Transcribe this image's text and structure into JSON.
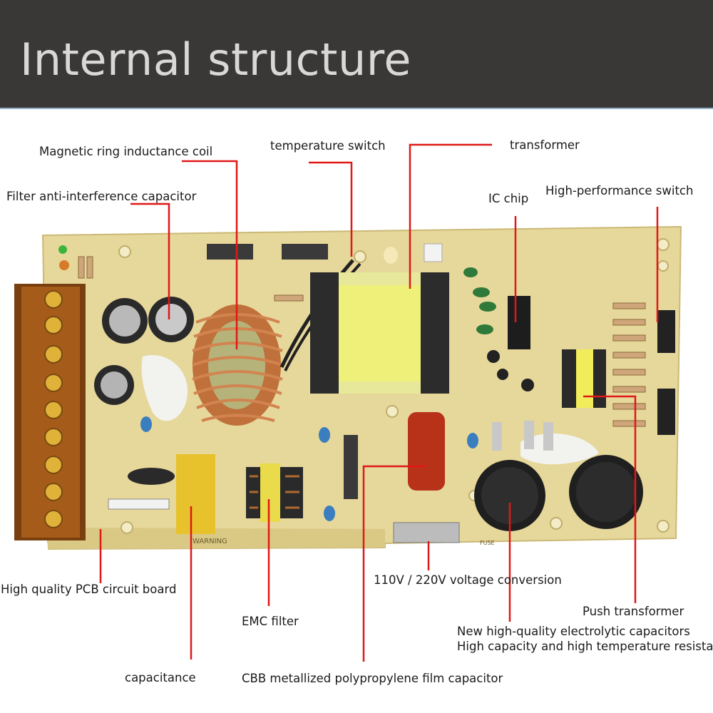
{
  "header": {
    "title": "Internal structure"
  },
  "labels": {
    "magnetic_ring": "Magnetic ring inductance coil",
    "filter_capacitor": "Filter anti-interference capacitor",
    "temperature_switch": "temperature switch",
    "transformer": "transformer",
    "ic_chip": "IC chip",
    "hp_switch": "High-performance switch",
    "pcb_board": "High quality PCB circuit board",
    "emc_filter": "EMC filter",
    "voltage_conversion": "110V / 220V voltage conversion",
    "push_transformer": "Push transformer",
    "electrolytic_line1": "New high-quality electrolytic capacitors",
    "electrolytic_line2": "High capacity and high temperature resista",
    "capacitance": "capacitance",
    "cbb_capacitor": "CBB metallized polypropylene film capacitor"
  },
  "pcb_markings": {
    "warning": "WARNING",
    "fuse": "FUSE"
  },
  "colors": {
    "header_bg": "#3a3836",
    "header_text": "#d8d8d6",
    "leader_line": "#e01818",
    "pcb": "#e6d79a",
    "terminal": "#8a4a12"
  },
  "icons": {
    "board": "power-supply-pcb-illustration"
  }
}
